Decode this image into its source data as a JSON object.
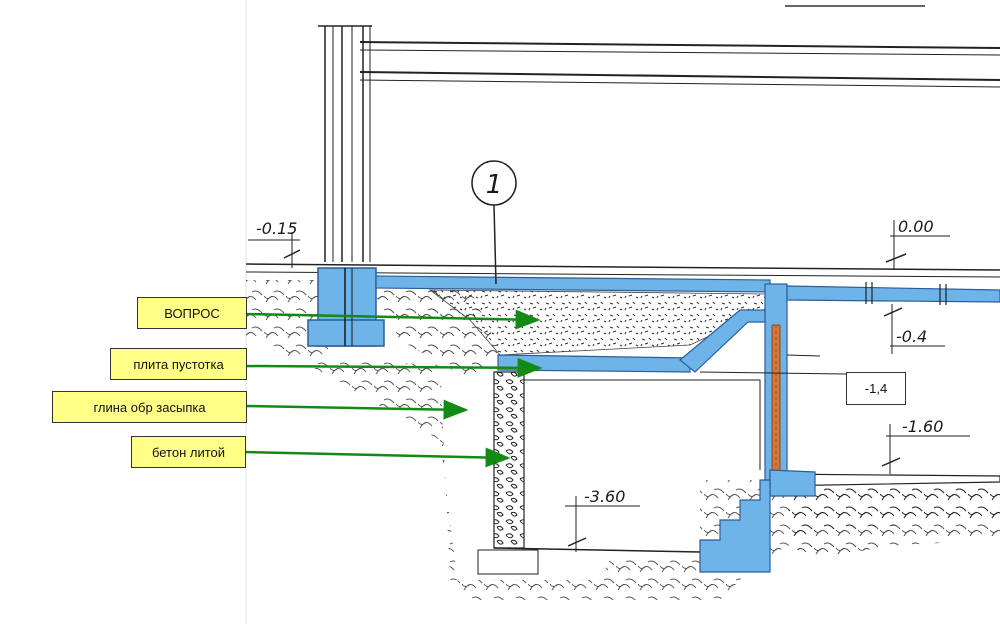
{
  "colors": {
    "concrete": "#6fb4e8",
    "concrete_edge": "#2a5d9a",
    "arrow": "#138a13",
    "callout_bg": "#ffff88",
    "brick": "#d4783a",
    "ink": "#1a1a1a"
  },
  "drawing": {
    "title_partial": "",
    "section_marker": "1",
    "elevations": {
      "e_minus_015": "-0.15",
      "e_000": "0.00",
      "e_minus_04": "-0.4",
      "e_minus_160": "-1.60",
      "e_minus_360": "-3.60"
    }
  },
  "callouts": [
    {
      "id": "vopros",
      "label": "ВОПРОС"
    },
    {
      "id": "plita",
      "label": "плита пустотка"
    },
    {
      "id": "glina",
      "label": "глина обр засыпка"
    },
    {
      "id": "beton",
      "label": "бетон литой"
    }
  ],
  "level_tag": {
    "label": "-1,4"
  }
}
